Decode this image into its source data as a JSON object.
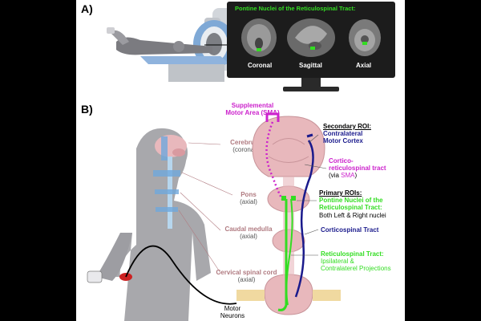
{
  "panel_a": {
    "letter": "A)",
    "monitor_title": "Pontine Nuclei of the Reticulospinal Tract:",
    "views": [
      "Coronal",
      "Sagittal",
      "Axial"
    ]
  },
  "panel_b": {
    "letter": "B)",
    "body_labels": {
      "cerebrum": "Cerebrum",
      "cerebrum_sub": "(coronal)",
      "pons": "Pons",
      "pons_sub": "(axial)",
      "caudal_medulla": "Caudal medulla",
      "caudal_medulla_sub": "(axial)",
      "cervical": "Cervical spinal cord",
      "cervical_sub": "(axial)",
      "motor_neurons": [
        "Motor",
        "Neurons"
      ]
    },
    "sma": [
      "Supplemental",
      "Motor Area (SMA)"
    ],
    "secondary_roi": {
      "heading": "Secondary ROI:",
      "lines": [
        "Contralateral",
        "Motor Cortex"
      ]
    },
    "cortico_reticulospinal": {
      "lines": [
        "Cortico-",
        "reticulospinal tract"
      ],
      "via_prefix": "(via ",
      "via_sma": "SMA",
      "via_suffix": ")"
    },
    "primary_roi": {
      "heading": "Primary ROIs:",
      "lines": [
        "Pontine Nuclei of the",
        "Reticulospinal Tract:"
      ],
      "note": "Both Left & Right nuclei"
    },
    "corticospinal": "Corticospinal Tract",
    "reticulospinal": {
      "lines": [
        "Reticulospinal Tract:"
      ],
      "sub": [
        "Ipsilateral &",
        "Contralaterel Projections"
      ]
    }
  },
  "colors": {
    "magenta": "#cc22cc",
    "navy": "#1a1a8c",
    "green": "#33dd22",
    "brain_pink": "#e8b8bc",
    "label_mauve": "#b07a80",
    "body_gray": "#a8a8ac"
  }
}
